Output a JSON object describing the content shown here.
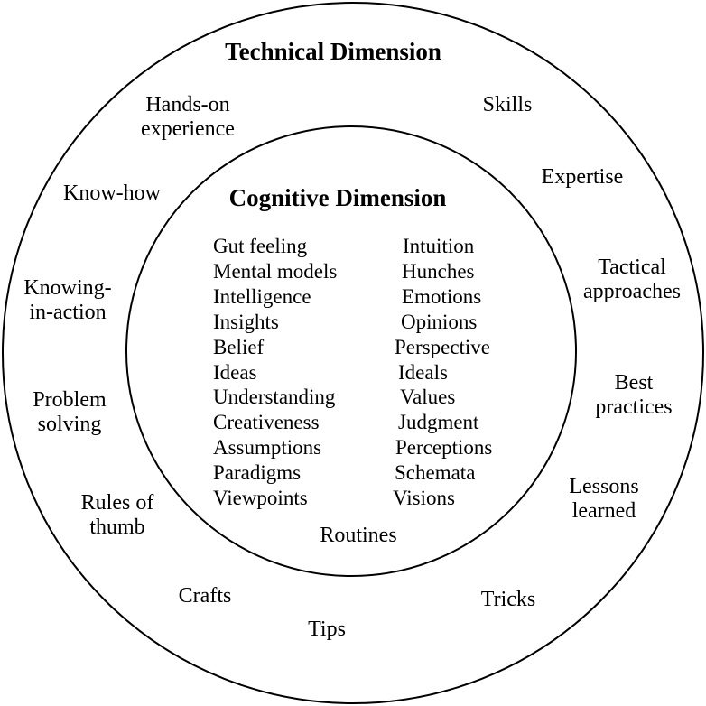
{
  "outer": {
    "title": "Technical Dimension",
    "items": [
      "Hands-on\nexperience",
      "Skills",
      "Know-how",
      "Expertise",
      "Tactical\napproaches",
      "Knowing-\nin-action",
      "Best\npractices",
      "Problem\nsolving",
      "Lessons\nlearned",
      "Rules of\nthumb",
      "Crafts",
      "Tricks",
      "Tips"
    ]
  },
  "inner": {
    "title": "Cognitive Dimension",
    "left": [
      "Gut feeling",
      "Mental models",
      "Intelligence",
      "Insights",
      "Belief",
      "Ideas",
      "Understanding",
      "Creativeness",
      "Assumptions",
      "Paradigms",
      "Viewpoints"
    ],
    "right": [
      "Intuition",
      "Hunches",
      "Emotions",
      "Opinions",
      "Perspective",
      "Ideals",
      "Values",
      "Judgment",
      "Perceptions",
      "Schemata",
      "Visions"
    ],
    "bottom": "Routines"
  }
}
